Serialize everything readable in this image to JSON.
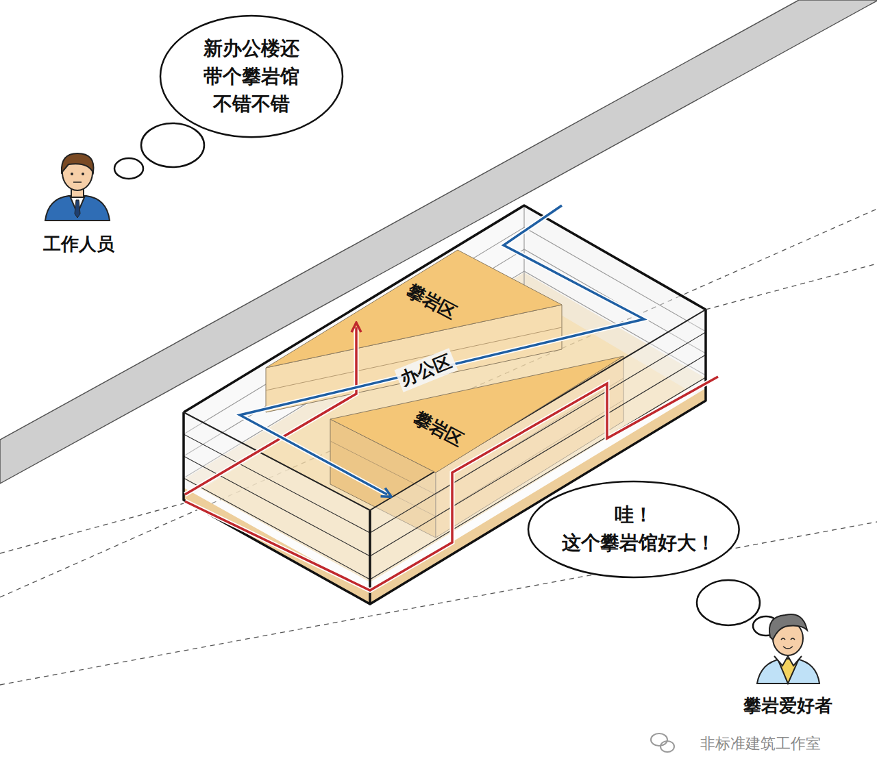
{
  "diagram": {
    "nodes": [
      {
        "text": [
          "新办公楼还 带个攀岩馆 不错不错"
        ]
      },
      {
        "text": [
          "攀岩区"
        ]
      },
      {
        "text": [
          "攀岩区"
        ]
      },
      {
        "text": [
          "哇！ 这个攀岩馆好大！"
        ]
      }
    ],
    "labels": [
      "办公区",
      "工作人员",
      "攀岩爱好者",
      "非标准建筑工作室"
    ]
  }
}
